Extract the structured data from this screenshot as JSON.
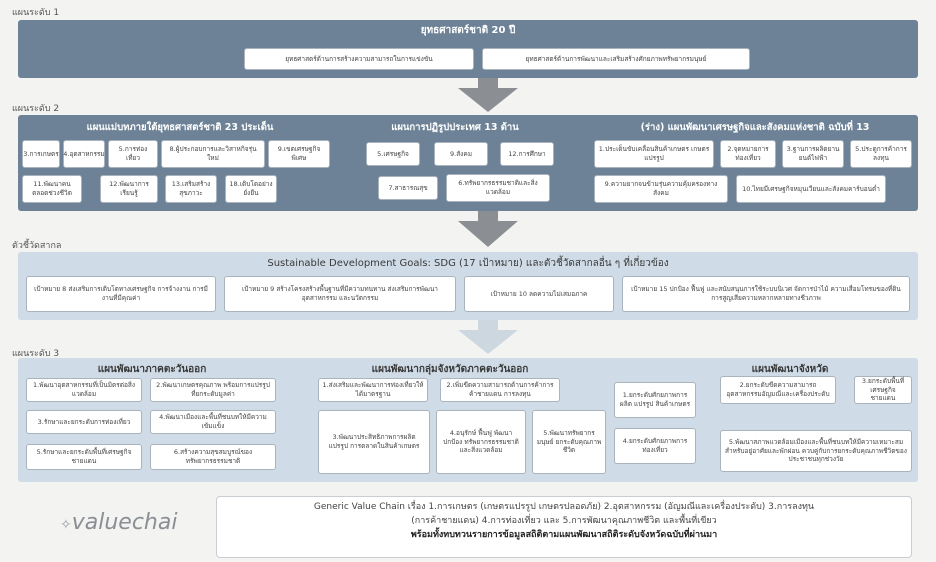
{
  "level1": {
    "label": "แผนระดับ 1",
    "header": "ยุทธศาสตร์ชาติ 20 ปี",
    "strategies": [
      "ยุทธศาสตร์ด้านการสร้างความสามารถในการแข่งขัน",
      "ยุทธศาสตร์ด้านการพัฒนาและเสริมสร้างศักยภาพทรัพยากรมนุษย์"
    ]
  },
  "level2": {
    "label": "แผนระดับ 2",
    "master_plan": {
      "title": "แผนแม่บทภายใต้ยุทธศาสตร์ชาติ 23 ประเด็น",
      "row1": [
        "3.การเกษตร",
        "4.อุตสาหกรรม",
        "5.การท่องเที่ยว",
        "8.ผู้ประกอบการและวิสาหกิจรุ่นใหม่",
        "9.เขตเศรษฐกิจพิเศษ"
      ],
      "row2": [
        "11.พัฒนาคนตลอดช่วงชีวิต",
        "12.พัฒนาการเรียนรู้",
        "13.เสริมสร้างสุขภาวะ",
        "18.เติบโตอย่างยั่งยืน"
      ]
    },
    "reform": {
      "title": "แผนการปฏิรูปประเทศ 13 ด้าน",
      "items": [
        "5.เศรษฐกิจ",
        "9.สังคม",
        "12.การศึกษา",
        "7.สาธารณสุข",
        "6.ทรัพยากรธรรมชาติและสิ่งแวดล้อม"
      ]
    },
    "nesdp": {
      "title": "(ร่าง) แผนพัฒนาเศรษฐกิจและสังคมแห่งชาติ ฉบับที่ 13",
      "items": [
        "1.ประเด็นขับเคลื่อนสินค้าเกษตร เกษตรแปรรูป",
        "2.จุดหมายการท่องเที่ยว",
        "3.ฐานการผลิตยานยนต์ไฟฟ้า",
        "5.ประตูการค้าการลงทุน",
        "9.ความยากจนข้ามรุ่นความคุ้มครองทางสังคม",
        "10.ไทยมีเศรษฐกิจหมุนเวียนและสังคมคาร์บอนต่ำ"
      ]
    }
  },
  "indicators": {
    "label": "ตัวชี้วัดสากล",
    "title": "Sustainable Development Goals: SDG (17 เป้าหมาย) และตัวชี้วัดสากลอื่น ๆ ที่เกี่ยวข้อง",
    "goals": [
      "เป้าหมาย 8 ส่งเสริมการเติบโตทางเศรษฐกิจ การจ้างงาน การมีงานที่มีคุณค่า",
      "เป้าหมาย 9 สร้างโครงสร้างพื้นฐานที่มีความทนทาน ส่งเสริมการพัฒนาอุตสาหกรรม และนวัตกรรม",
      "เป้าหมาย 10 ลดความไม่เสมอภาค",
      "เป้าหมาย 15 ปกป้อง ฟื้นฟู และสนับสนุนการใช้ระบบนิเวศ จัดการป่าไม้ ความเสื่อมโทรมของที่ดิน การสูญเสียความหลากหลายทางชีวภาพ"
    ]
  },
  "level3": {
    "label": "แผนระดับ 3",
    "regional": {
      "title": "แผนพัฒนาภาคตะวันออก",
      "items": [
        "1.พัฒนาอุตสาหกรรมที่เป็นมิตรต่อสิ่งแวดล้อม",
        "2.พัฒนาเกษตรคุณภาพ พร้อมการแปรรูป ที่ยกระดับมูลค่า",
        "3.รักษาและยกระดับการท่องเที่ยว",
        "4.พัฒนาเมืองและพื้นที่ชนบทให้มีความเข้มแข็ง",
        "5.รักษาและยกระดับพื้นที่เศรษฐกิจชายแดน",
        "6.สร้างความสุขสมบูรณ์ของทรัพยากรธรรมชาติ"
      ]
    },
    "cluster": {
      "title": "แผนพัฒนากลุ่มจังหวัดภาคตะวันออก",
      "items": [
        "1.ส่งเสริมและพัฒนาการท่องเที่ยวให้ได้มาตรฐาน",
        "2.เพิ่มขีดความสามารถด้านการค้าการค้าชายแดน การลงทุน",
        "3.พัฒนาประสิทธิภาพการผลิต แปรรูป การตลาดในสินค้าเกษตร",
        "4.อนุรักษ์ ฟื้นฟู พัฒนา ปกป้อง ทรัพยากรธรรมชาติและสิ่งแวดล้อม",
        "5.พัฒนาทรัพยากรมนุษย์ ยกระดับคุณภาพชีวิต"
      ]
    },
    "province": {
      "title": "แผนพัฒนาจังหวัด",
      "items": [
        "1.ยกระดับศักยภาพการผลิต แปรรูป สินค้าเกษตร",
        "2.ยกระดับขีดความสามารถอุตสาหกรรมอัญมณีและเครื่องประดับ",
        "3.ยกระดับพื้นที่เศรษฐกิจชายแดน",
        "4.ยกระดับศักยภาพการท่องเที่ยว",
        "5.พัฒนาสภาพแวดล้อมเมืองและพื้นที่ชนบทให้มีความเหมาะสมสำหรับอยู่อาศัยและพักผ่อน ควบคู่กับการยกระดับคุณภาพชีวิตของประชาชนทุกช่วงวัย"
      ]
    }
  },
  "footer": {
    "logo_text": "valuechai",
    "line1": "Generic Value Chain เรื่อง 1.การเกษตร (เกษตรแปรรูป เกษตรปลอดภัย) 2.อุตสาหกรรม (อัญมณีและเครื่องประดับ) 3.การลงทุน",
    "line2": "(การค้าชายแดน) 4.การท่องเที่ยว และ 5.การพัฒนาคุณภาพชีวิต และพื้นที่เขียว",
    "line3": "พร้อมทั้งทบทวนรายการข้อมูลสถิติตามแผนพัฒนาสถิติระดับจังหวัดฉบับที่ผ่านมา"
  },
  "colors": {
    "band": "#6d8296",
    "band_light": "#cfdbe6",
    "arrow": "#8b8f93",
    "arrow_light": "#cdd7e0"
  }
}
